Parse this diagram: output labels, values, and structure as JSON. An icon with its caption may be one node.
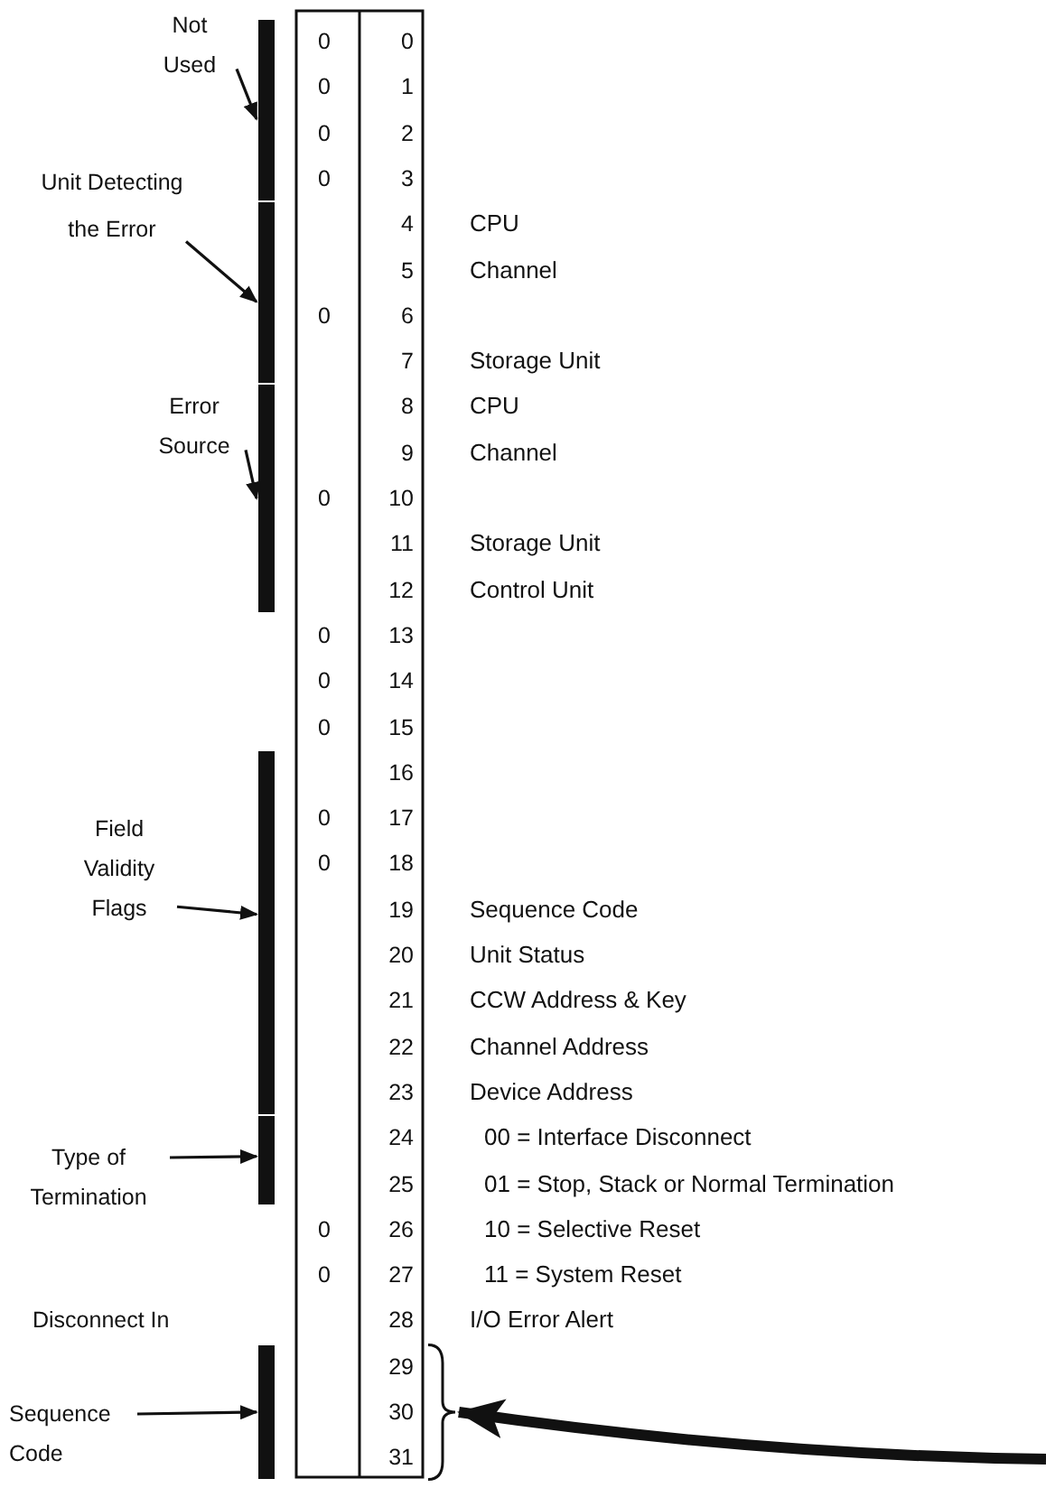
{
  "diagram": {
    "nodes": [
      {
        "text": [
          "Not Used"
        ]
      },
      {
        "text": [],
        "shape": "bar"
      },
      {
        "text": [
          "Unit Detecting the Error"
        ]
      },
      {
        "text": [],
        "shape": "bar"
      },
      {
        "text": [
          "Error Source"
        ]
      },
      {
        "text": [],
        "shape": "bar"
      },
      {
        "text": [
          "Field Validity Flags"
        ]
      },
      {
        "text": [],
        "shape": "bar"
      },
      {
        "text": [
          "Type of Termination"
        ]
      },
      {
        "text": [],
        "shape": "bar"
      },
      {
        "text": [
          "Sequence Code"
        ]
      },
      {
        "text": [],
        "shape": "bar"
      },
      {
        "text": [],
        "shape": "brace"
      }
    ],
    "edges": [
      {
        "from": 0,
        "to": 1,
        "arrow": "to"
      },
      {
        "from": 2,
        "to": 3,
        "arrow": "to"
      },
      {
        "from": 4,
        "to": 5,
        "arrow": "to"
      },
      {
        "from": 6,
        "to": 7,
        "arrow": "to"
      },
      {
        "from": 8,
        "to": 9,
        "arrow": "to"
      },
      {
        "from": 10,
        "to": 11,
        "arrow": "to"
      },
      {
        "from": null,
        "to": 12,
        "arrow": "to",
        "style": "thick"
      }
    ],
    "labels": [
      "0",
      "0",
      "0",
      "1",
      "0",
      "2",
      "0",
      "3",
      "4",
      "CPU",
      "5",
      "Channel",
      "0",
      "6",
      "7",
      "Storage Unit",
      "8",
      "CPU",
      "9",
      "Channel",
      "0",
      "10",
      "11",
      "Storage Unit",
      "12",
      "Control Unit",
      "0",
      "13",
      "0",
      "14",
      "0",
      "15",
      "16",
      "0",
      "17",
      "0",
      "18",
      "19",
      "Sequence Code",
      "20",
      "Unit Status",
      "21",
      "CCW Address & Key",
      "22",
      "Channel Address",
      "23",
      "Device Address",
      "24",
      "00 = Interface Disconnect",
      "25",
      "01 = Stop, Stack or Normal Termination",
      "0",
      "26",
      "10 = Selective Reset",
      "0",
      "27",
      "11 = System Reset",
      "Disconnect In",
      "28",
      "I/O Error Alert",
      "29",
      "30",
      "31"
    ]
  }
}
